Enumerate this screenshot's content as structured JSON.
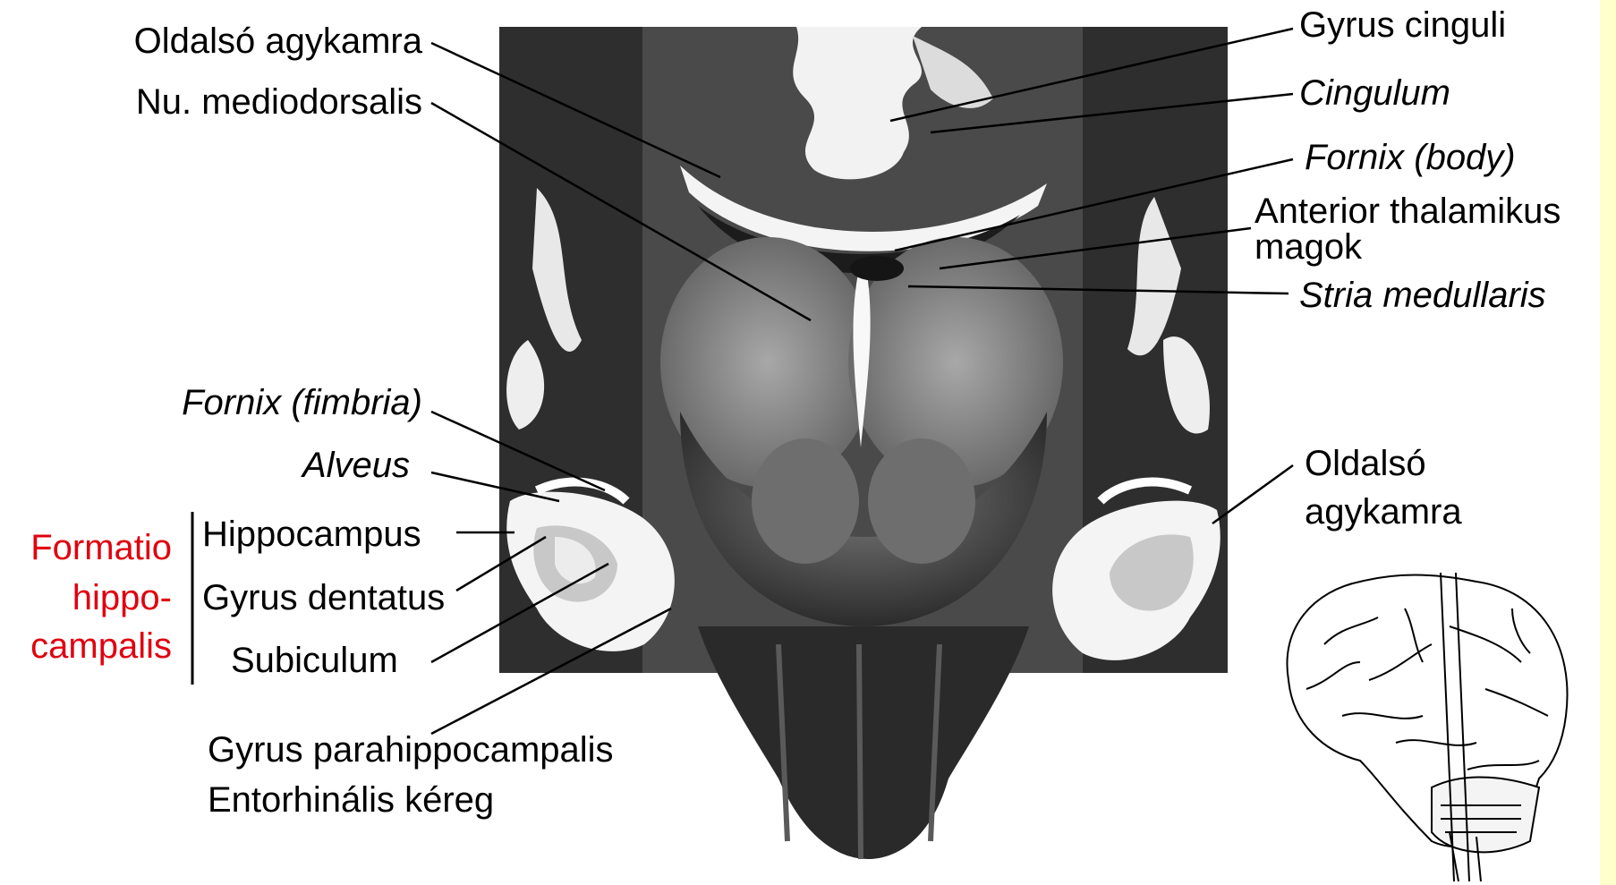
{
  "labels": {
    "oldalso_agykamra_left": "Oldalsó agykamra",
    "nu_mediodorsalis": "Nu. mediodorsalis",
    "fornix_fimbria": "Fornix (fimbria)",
    "alveus": "Alveus",
    "hippocampus": "Hippocampus",
    "gyrus_dentatus": "Gyrus dentatus",
    "subiculum": "Subiculum",
    "gyrus_parahippocampalis": "Gyrus parahippocampalis",
    "entorhinalis_kereg": "Entorhinális kéreg",
    "gyrus_cinguli": "Gyrus cinguli",
    "cingulum": "Cingulum",
    "fornix_body": "Fornix (body)",
    "anterior_thalamikus_line1": "Anterior thalamikus",
    "anterior_thalamikus_line2": "magok",
    "stria_medullaris": "Stria medullaris",
    "oldalso_right_line1": "Oldalsó",
    "oldalso_right_line2": "agykamra"
  },
  "group": {
    "line1": "Formatio",
    "line2": "hippo-",
    "line3": "campalis",
    "color": "#e0000f"
  },
  "colors": {
    "side_bar": "#ffffcc"
  }
}
